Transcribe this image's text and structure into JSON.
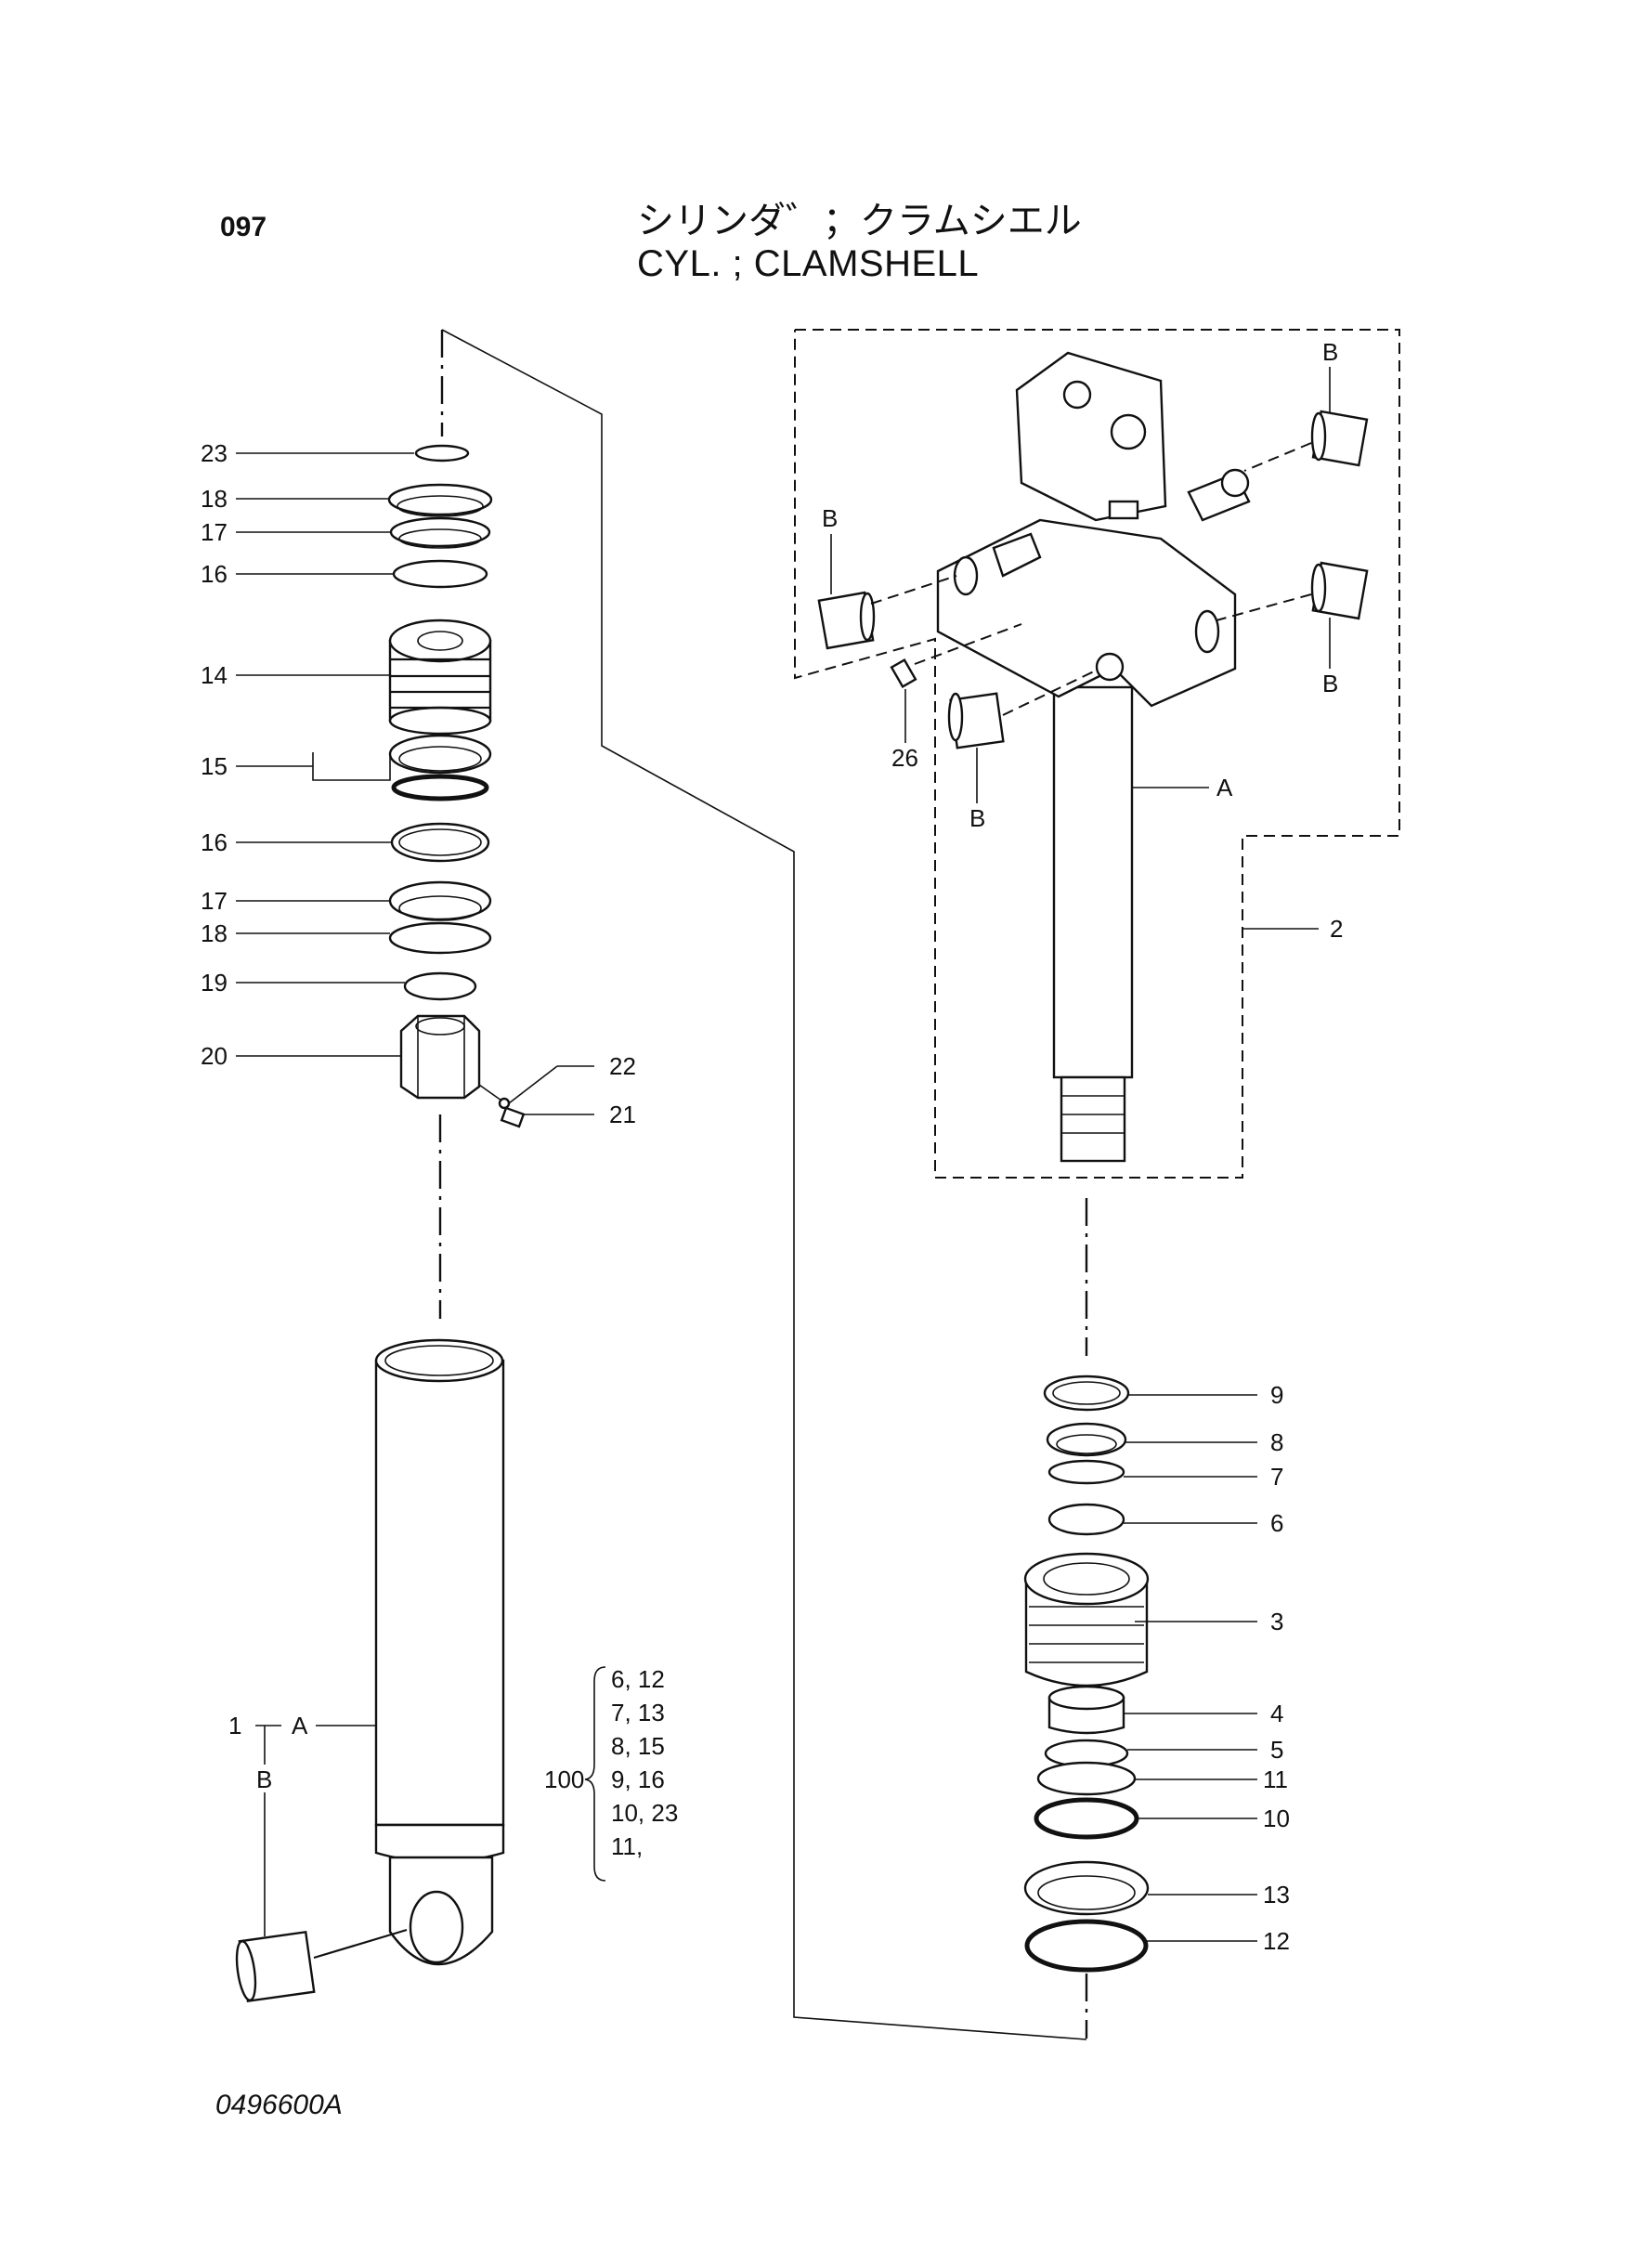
{
  "header": {
    "page_number": "097",
    "title_jp": "シリンダ゛；クラムシエル",
    "title_en": "CYL. ; CLAMSHELL"
  },
  "footer": {
    "drawing_number": "0496600A"
  },
  "callouts": {
    "c23": "23",
    "c18a": "18",
    "c17a": "17",
    "c16a": "16",
    "c14": "14",
    "c15": "15",
    "c16b": "16",
    "c17b": "17",
    "c18b": "18",
    "c19": "19",
    "c20": "20",
    "c22": "22",
    "c21": "21",
    "c1": "1",
    "c1A": "A",
    "c1B": "B",
    "cB1": "B",
    "cB2": "B",
    "cB3": "B",
    "cB4": "B",
    "c26": "26",
    "cA": "A",
    "c2": "2",
    "c9": "9",
    "c8": "8",
    "c7": "7",
    "c6": "6",
    "c3": "3",
    "c4": "4",
    "c5": "5",
    "c11": "11",
    "c10": "10",
    "c13": "13",
    "c12": "12"
  },
  "kit": {
    "number": "100",
    "lines": [
      "6, 12",
      "7, 13",
      "8, 15",
      "9, 16",
      "10, 23",
      "11,"
    ]
  }
}
